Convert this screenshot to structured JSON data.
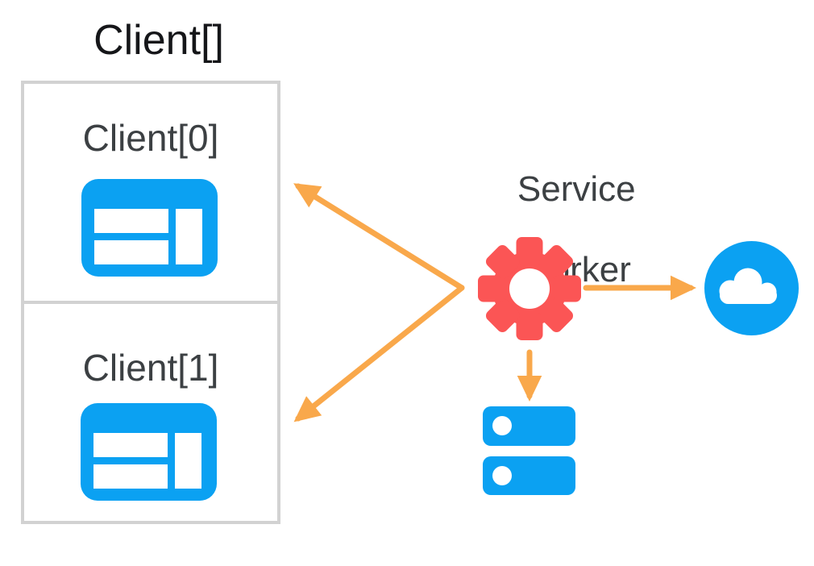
{
  "title": "Client[]",
  "clients": [
    {
      "label": "Client[0]"
    },
    {
      "label": "Client[1]"
    }
  ],
  "service_worker": {
    "line1": "Service",
    "line2": "Worker"
  },
  "icons": {
    "client": "browser-window-icon",
    "service_worker": "gear-icon",
    "network": "cloud-icon",
    "storage": "database-icon"
  },
  "colors": {
    "blue": "#0ba1f2",
    "red": "#fb5555",
    "orange": "#f9a84b",
    "box_border": "#d2d2d2",
    "label_text": "#3c4043",
    "title_text": "#151619"
  },
  "arrows": [
    {
      "name": "service-worker-to-client0",
      "direction": "upper-left"
    },
    {
      "name": "service-worker-to-client1",
      "direction": "lower-left"
    },
    {
      "name": "service-worker-to-cloud",
      "direction": "right"
    },
    {
      "name": "service-worker-to-storage",
      "direction": "down"
    }
  ]
}
